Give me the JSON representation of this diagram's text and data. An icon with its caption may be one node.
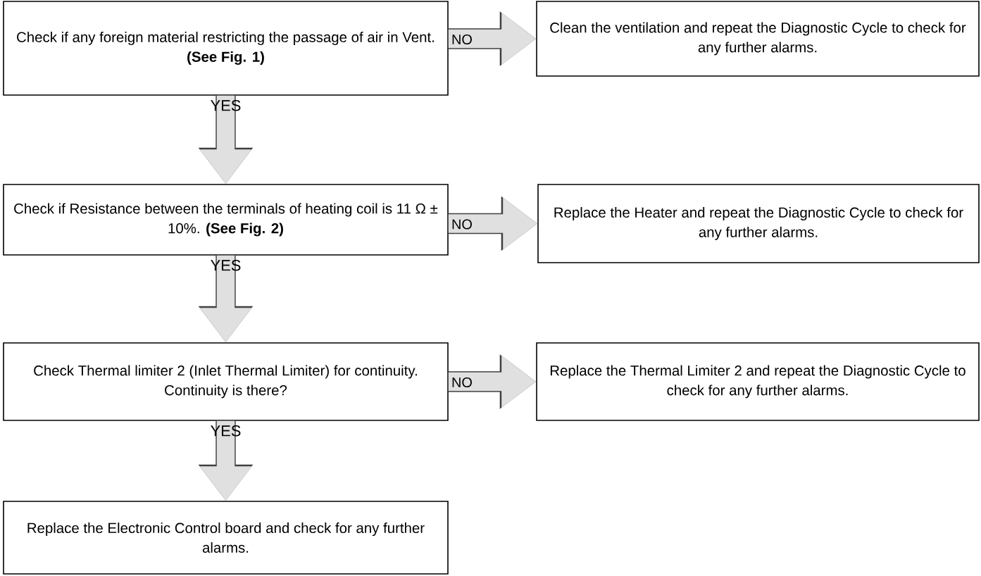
{
  "diagram": {
    "nodes": [
      {
        "text": [
          "Check if any foreign material restricting the passage of air in Vent. **(See Fig. 1)**"
        ]
      },
      {
        "text": [
          "Clean the ventilation and repeat the Diagnostic Cycle to check for any further alarms."
        ]
      },
      {
        "text": [
          "Check if Resistance between the terminals of heating coil is 11 Ω ± 10%. **(See Fig. 2)**"
        ]
      },
      {
        "text": [
          "Replace the Heater and repeat the Diagnostic Cycle to check for any further alarms."
        ]
      },
      {
        "text": [
          "Check Thermal limiter 2 (Inlet Thermal Limiter) for continuity. Continuity is there?"
        ]
      },
      {
        "text": [
          "Replace the Thermal Limiter 2 and repeat the Diagnostic Cycle to check for any further alarms."
        ]
      },
      {
        "text": [
          "Replace the Electronic Control board and check for any further alarms."
        ]
      }
    ],
    "edges": [
      {
        "from": 0,
        "to": 1,
        "arrow": "to",
        "label": "NO"
      },
      {
        "from": 0,
        "to": 2,
        "arrow": "to",
        "label": "YES"
      },
      {
        "from": 2,
        "to": 3,
        "arrow": "to",
        "label": "NO"
      },
      {
        "from": 2,
        "to": 4,
        "arrow": "to",
        "label": "YES"
      },
      {
        "from": 4,
        "to": 5,
        "arrow": "to",
        "label": "NO"
      },
      {
        "from": 4,
        "to": 6,
        "arrow": "to",
        "label": "YES"
      }
    ]
  }
}
